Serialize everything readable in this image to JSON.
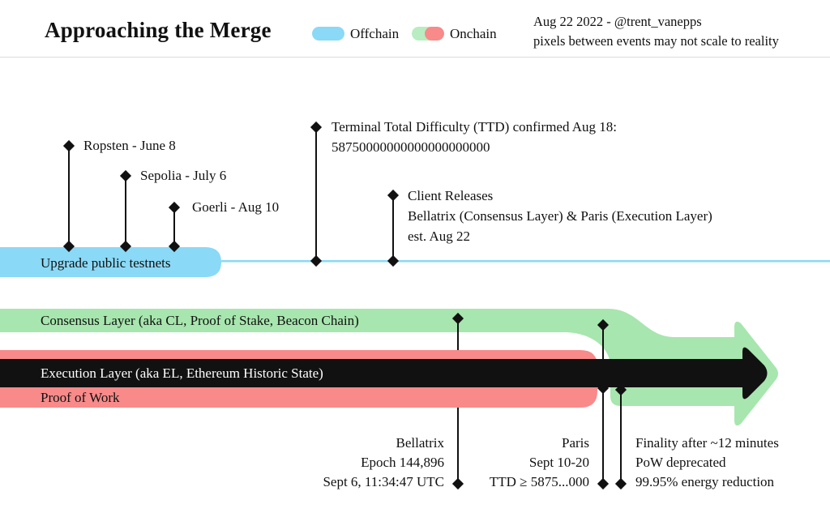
{
  "header": {
    "title": "Approaching the Merge",
    "legend": {
      "offchain": "Offchain",
      "onchain": "Onchain"
    },
    "credit": "Aug 22 2022 - @trent_vanepps\npixels between events may not scale to reality"
  },
  "colors": {
    "offchain_blue": "#8AD9F6",
    "onchain_green": "#A7E6AE",
    "onchain_red": "#F88A8A",
    "arrow_black": "#111111",
    "legend_green": "#B7EDC1"
  },
  "tracks": {
    "testnets": "Upgrade public testnets",
    "consensus": "Consensus Layer (aka CL, Proof of Stake, Beacon Chain)",
    "execution": "Execution Layer (aka EL, Ethereum Historic State)",
    "pow": "Proof of Work"
  },
  "events": {
    "ropsten": "Ropsten - June 8",
    "sepolia": "Sepolia - July 6",
    "goerli": "Goerli - Aug 10",
    "ttd": "Terminal Total Difficulty (TTD) confirmed Aug 18:\n58750000000000000000000",
    "client": "Client Releases\nBellatrix (Consensus Layer) & Paris (Execution Layer)\nest. Aug 22",
    "bellatrix": "Bellatrix\nEpoch 144,896\nSept 6, 11:34:47 UTC",
    "paris": "Paris\nSept 10-20\nTTD ≥ 5875...000",
    "finality": "Finality after ~12 minutes\nPoW deprecated\n99.95% energy reduction"
  }
}
